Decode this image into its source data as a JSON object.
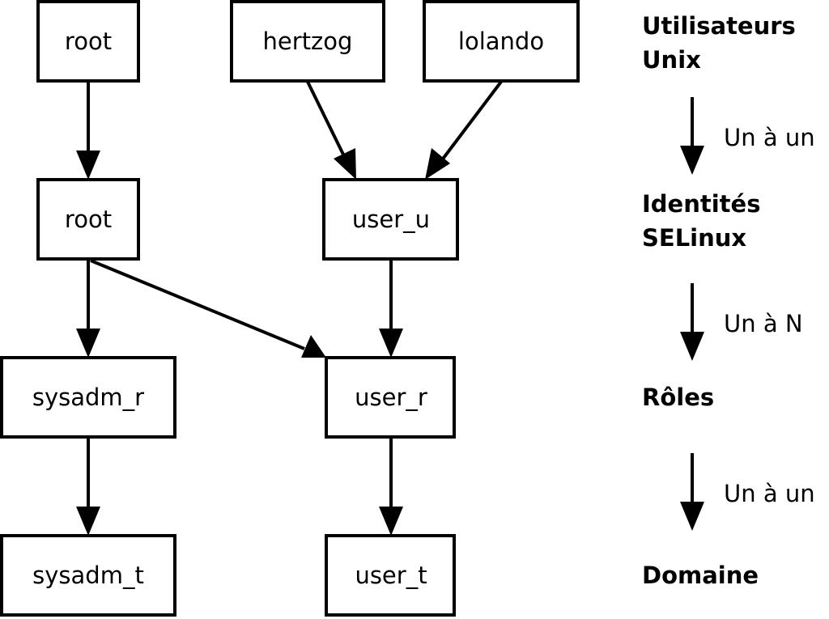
{
  "nodes": {
    "unix_root": "root",
    "unix_hertzog": "hertzog",
    "unix_lolando": "lolando",
    "selinux_root": "root",
    "selinux_user_u": "user_u",
    "role_sysadm_r": "sysadm_r",
    "role_user_r": "user_r",
    "domain_sysadm_t": "sysadm_t",
    "domain_user_t": "user_t"
  },
  "levels": {
    "unix_users_line1": "Utilisateurs",
    "unix_users_line2": "Unix",
    "selinux_identities_line1": "Identités",
    "selinux_identities_line2": "SELinux",
    "roles": "Rôles",
    "domain": "Domaine"
  },
  "relations": {
    "users_to_identities": "Un à un",
    "identities_to_roles": "Un à N",
    "roles_to_domain": "Un à un"
  },
  "colors": {
    "stroke": "#000000",
    "background": "#ffffff"
  }
}
